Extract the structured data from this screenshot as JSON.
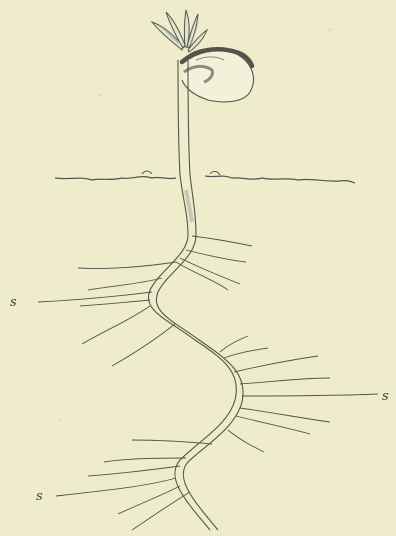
{
  "diagram": {
    "labels": {
      "s_left_upper": "s",
      "s_right": "s",
      "s_left_lower": "s"
    },
    "colors": {
      "paper": "#efeccb",
      "ink": "#55544c",
      "shading": "#8e8d84",
      "leaf_tint": "#8fa59b",
      "cotyledon_fill": "#f3f1da"
    }
  }
}
